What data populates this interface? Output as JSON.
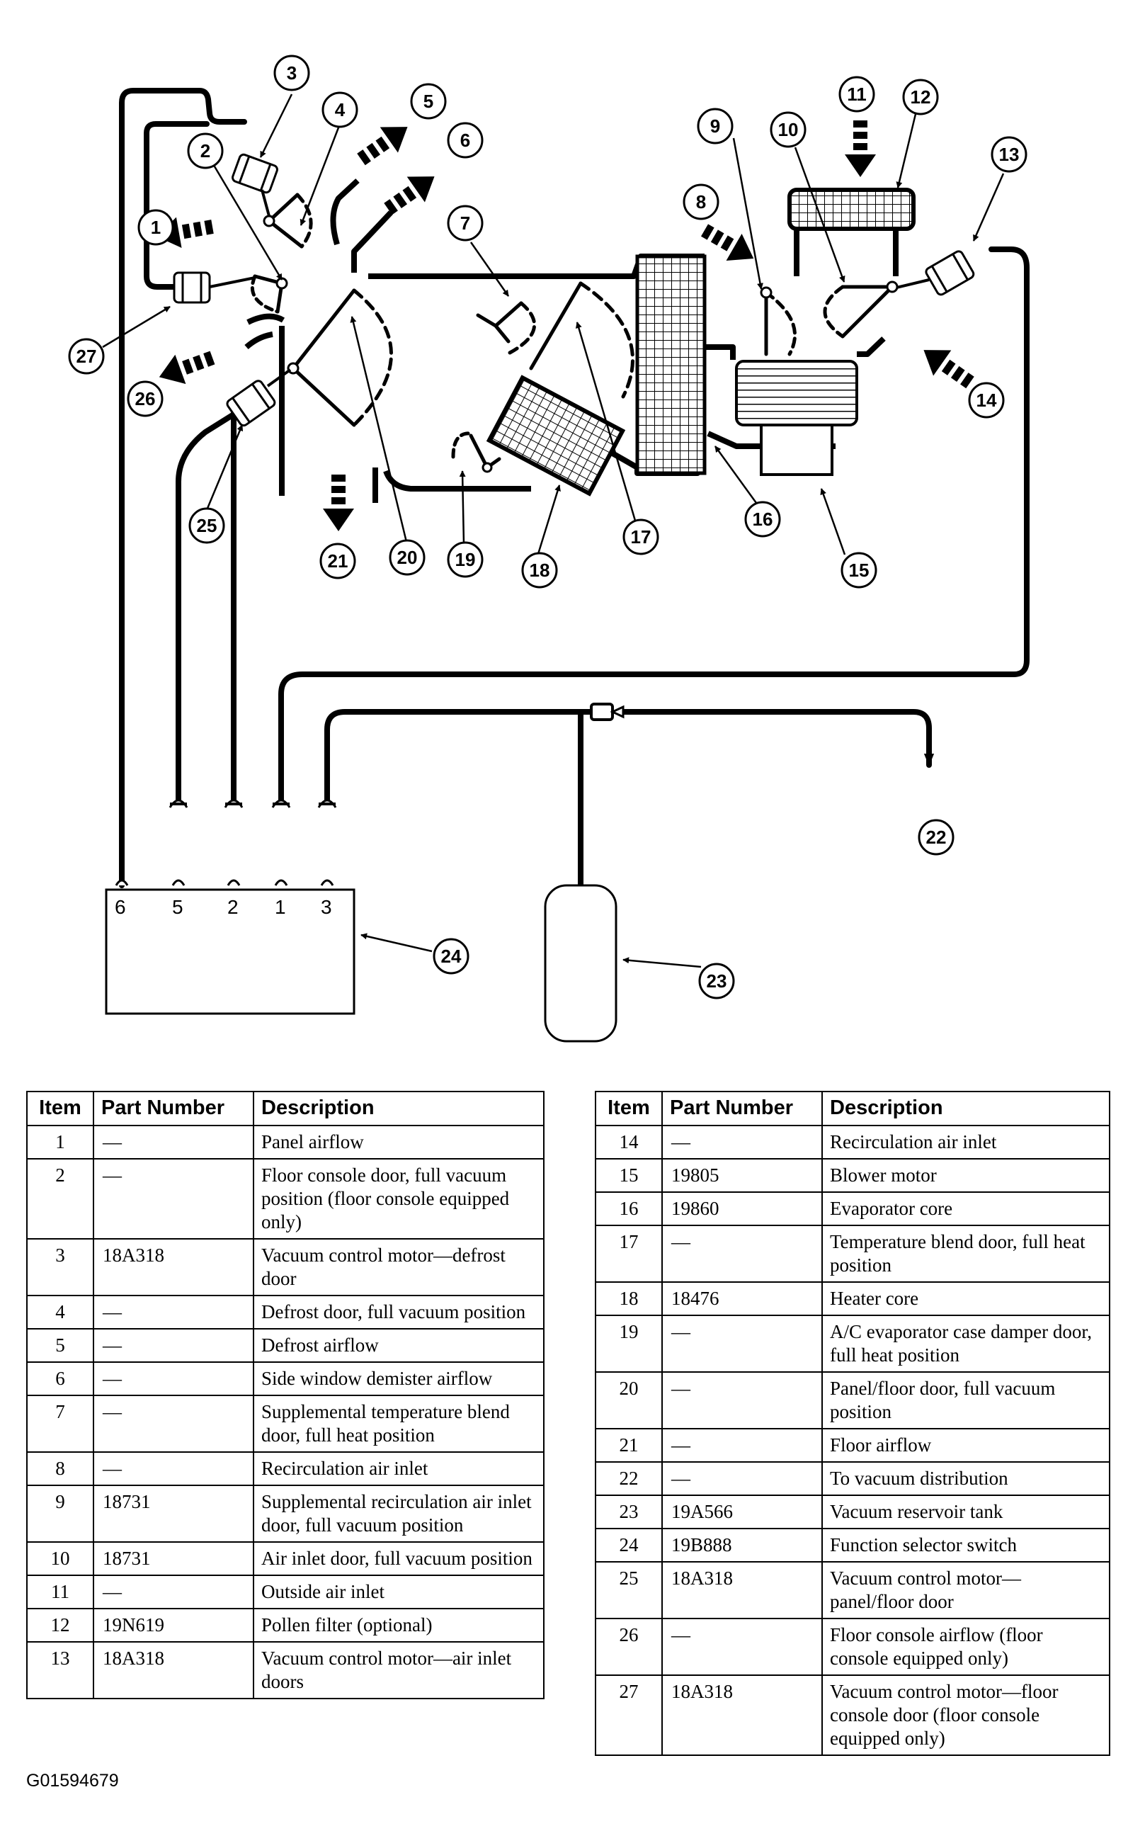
{
  "figure_id": "G01594679",
  "diagram": {
    "callouts": [
      "1",
      "2",
      "3",
      "4",
      "5",
      "6",
      "7",
      "8",
      "9",
      "10",
      "11",
      "12",
      "13",
      "14",
      "15",
      "16",
      "17",
      "18",
      "19",
      "20",
      "21",
      "22",
      "23",
      "24",
      "25",
      "26",
      "27"
    ],
    "selector_ports": [
      "6",
      "5",
      "2",
      "1",
      "3"
    ]
  },
  "table": {
    "headers": {
      "item": "Item",
      "part": "Part Number",
      "desc": "Description"
    },
    "left_rows": [
      {
        "item": "1",
        "part": "—",
        "desc": "Panel airflow"
      },
      {
        "item": "2",
        "part": "—",
        "desc": "Floor console door, full vacuum position (floor console equipped only)"
      },
      {
        "item": "3",
        "part": "18A318",
        "desc": "Vacuum control motor—defrost door"
      },
      {
        "item": "4",
        "part": "—",
        "desc": "Defrost door, full vacuum position"
      },
      {
        "item": "5",
        "part": "—",
        "desc": "Defrost airflow"
      },
      {
        "item": "6",
        "part": "—",
        "desc": "Side window demister airflow"
      },
      {
        "item": "7",
        "part": "—",
        "desc": "Supplemental temperature blend door, full heat position"
      },
      {
        "item": "8",
        "part": "—",
        "desc": "Recirculation air inlet"
      },
      {
        "item": "9",
        "part": "18731",
        "desc": "Supplemental recirculation air inlet door, full vacuum position"
      },
      {
        "item": "10",
        "part": "18731",
        "desc": "Air inlet door, full vacuum position"
      },
      {
        "item": "11",
        "part": "—",
        "desc": "Outside air inlet"
      },
      {
        "item": "12",
        "part": "19N619",
        "desc": "Pollen filter (optional)"
      },
      {
        "item": "13",
        "part": "18A318",
        "desc": "Vacuum control motor—air inlet doors"
      }
    ],
    "right_rows": [
      {
        "item": "14",
        "part": "—",
        "desc": "Recirculation air inlet"
      },
      {
        "item": "15",
        "part": "19805",
        "desc": "Blower motor"
      },
      {
        "item": "16",
        "part": "19860",
        "desc": "Evaporator core"
      },
      {
        "item": "17",
        "part": "—",
        "desc": "Temperature blend door, full heat position"
      },
      {
        "item": "18",
        "part": "18476",
        "desc": "Heater core"
      },
      {
        "item": "19",
        "part": "—",
        "desc": "A/C evaporator case damper door, full heat position"
      },
      {
        "item": "20",
        "part": "—",
        "desc": "Panel/floor door, full vacuum position"
      },
      {
        "item": "21",
        "part": "—",
        "desc": "Floor airflow"
      },
      {
        "item": "22",
        "part": "—",
        "desc": "To vacuum distribution"
      },
      {
        "item": "23",
        "part": "19A566",
        "desc": "Vacuum reservoir tank"
      },
      {
        "item": "24",
        "part": "19B888",
        "desc": "Function selector switch"
      },
      {
        "item": "25",
        "part": "18A318",
        "desc": "Vacuum control motor—panel/floor door"
      },
      {
        "item": "26",
        "part": "—",
        "desc": "Floor console airflow (floor console equipped only)"
      },
      {
        "item": "27",
        "part": "18A318",
        "desc": "Vacuum control motor—floor console door (floor console equipped only)"
      }
    ]
  }
}
